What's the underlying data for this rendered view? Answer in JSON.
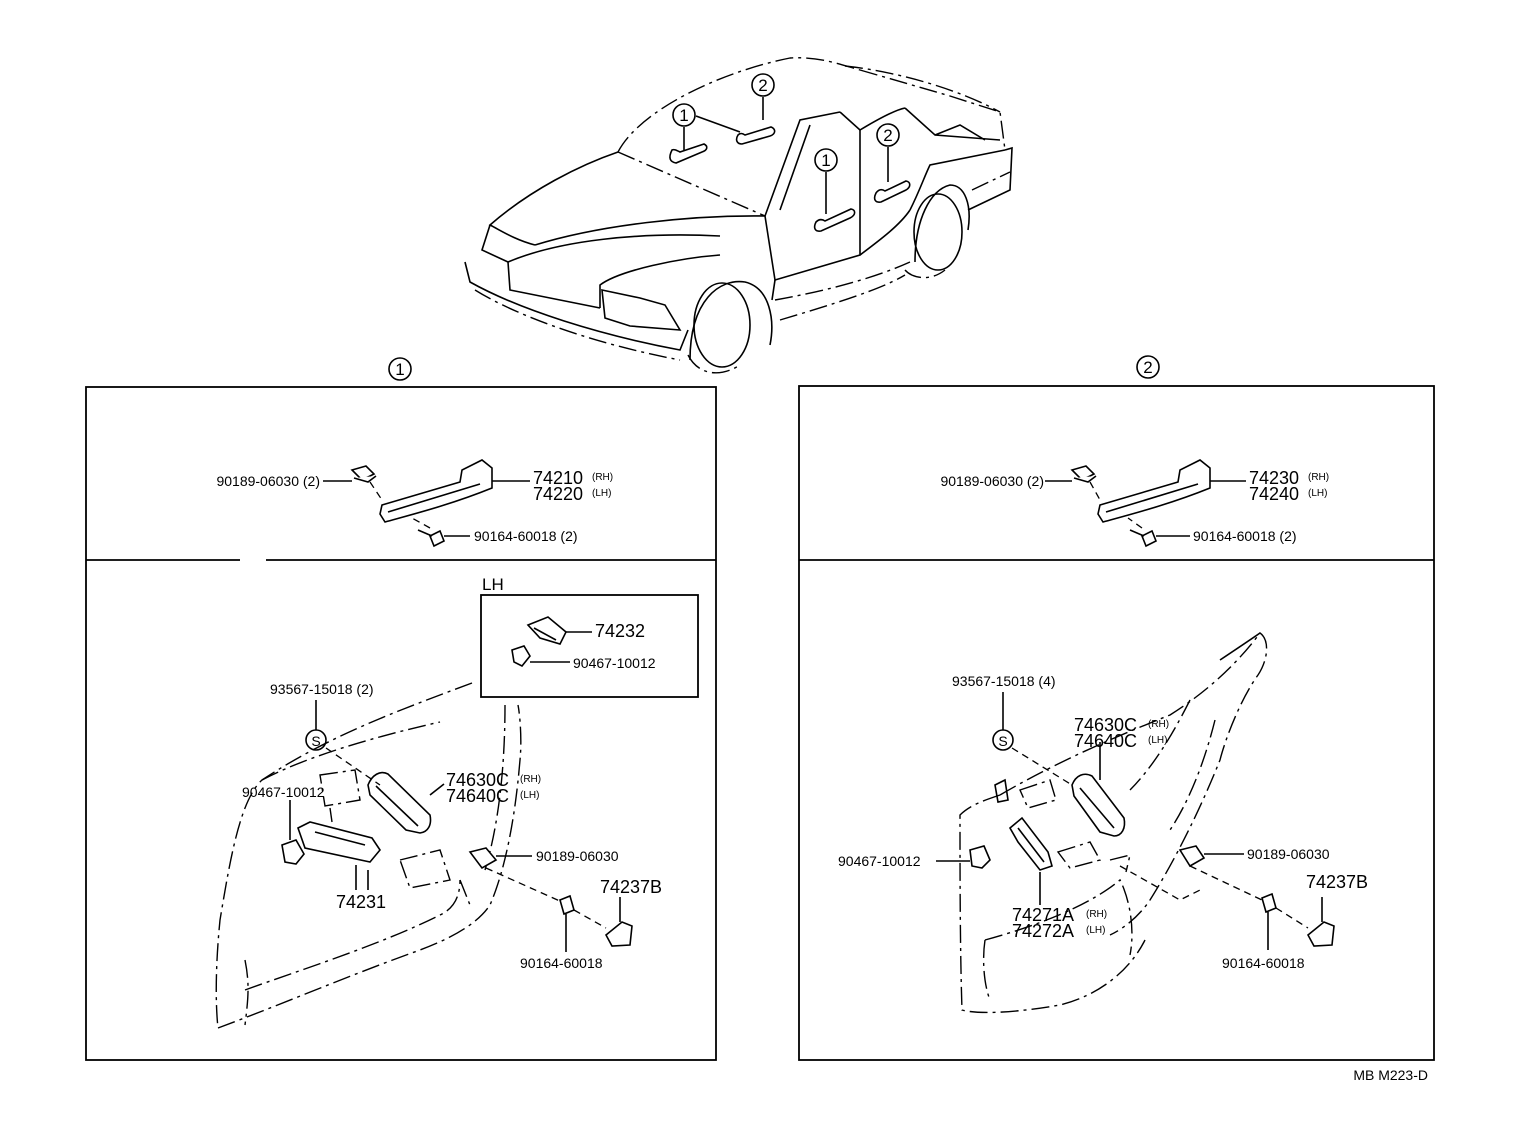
{
  "markers": {
    "one": "1",
    "two": "2"
  },
  "left": {
    "upper": {
      "clip": "90189-06030 (2)",
      "handle_rh": "74210",
      "handle_lh": "74220",
      "screw": "90164-60018 (2)"
    },
    "lh_inset": {
      "title": "LH",
      "part_a": "74232",
      "part_b": "90467-10012"
    },
    "lower": {
      "fastener": "93567-15018 (2)",
      "s_symbol": "S",
      "clip": "90467-10012",
      "grip_rh": "74630C",
      "grip_lh": "74640C",
      "clip2": "90189-06030",
      "base": "74231",
      "cover": "74237B",
      "screw": "90164-60018"
    }
  },
  "right": {
    "upper": {
      "clip": "90189-06030 (2)",
      "handle_rh": "74230",
      "handle_lh": "74240",
      "screw": "90164-60018 (2)"
    },
    "lower": {
      "fastener": "93567-15018 (4)",
      "s_symbol": "S",
      "grip_rh": "74630C",
      "grip_lh": "74640C",
      "clip": "90467-10012",
      "base_rh": "74271A",
      "base_lh": "74272A",
      "clip2": "90189-06030",
      "cover": "74237B",
      "screw": "90164-60018"
    }
  },
  "suffix": {
    "rh": "(RH)",
    "lh": "(LH)"
  },
  "footer_code": "MB M223-D"
}
